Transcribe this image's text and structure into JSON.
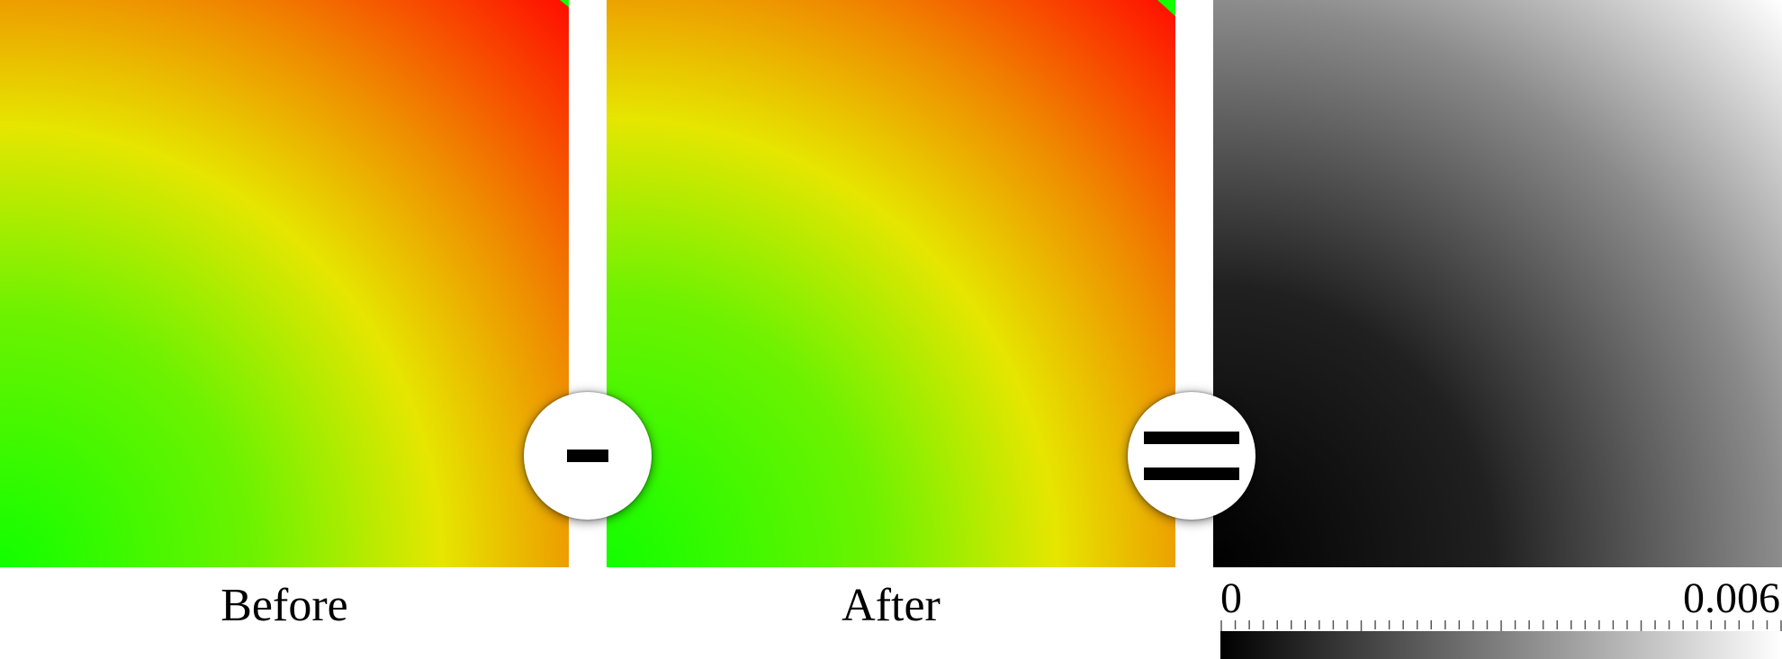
{
  "panels": {
    "before": {
      "caption": "Before",
      "colors": {
        "corner_far": "#ff0d00",
        "band": "#e6e600",
        "corner_near": "#11ff00",
        "mid_orange": "#ef8a00"
      }
    },
    "after": {
      "caption": "After",
      "colors": {
        "corner_far": "#ff0d00",
        "band": "#e6e600",
        "corner_near": "#11ff00",
        "mid_orange": "#ef8a00"
      }
    },
    "difference": {
      "colors": {
        "low": "#000000",
        "high": "#ffffff"
      }
    }
  },
  "operators": {
    "minus_icon": "minus-icon",
    "equals_icon": "equals-icon"
  },
  "scale": {
    "min_label": "0",
    "max_label": "0.006",
    "colors": {
      "low": "#000000",
      "high": "#ffffff"
    }
  }
}
